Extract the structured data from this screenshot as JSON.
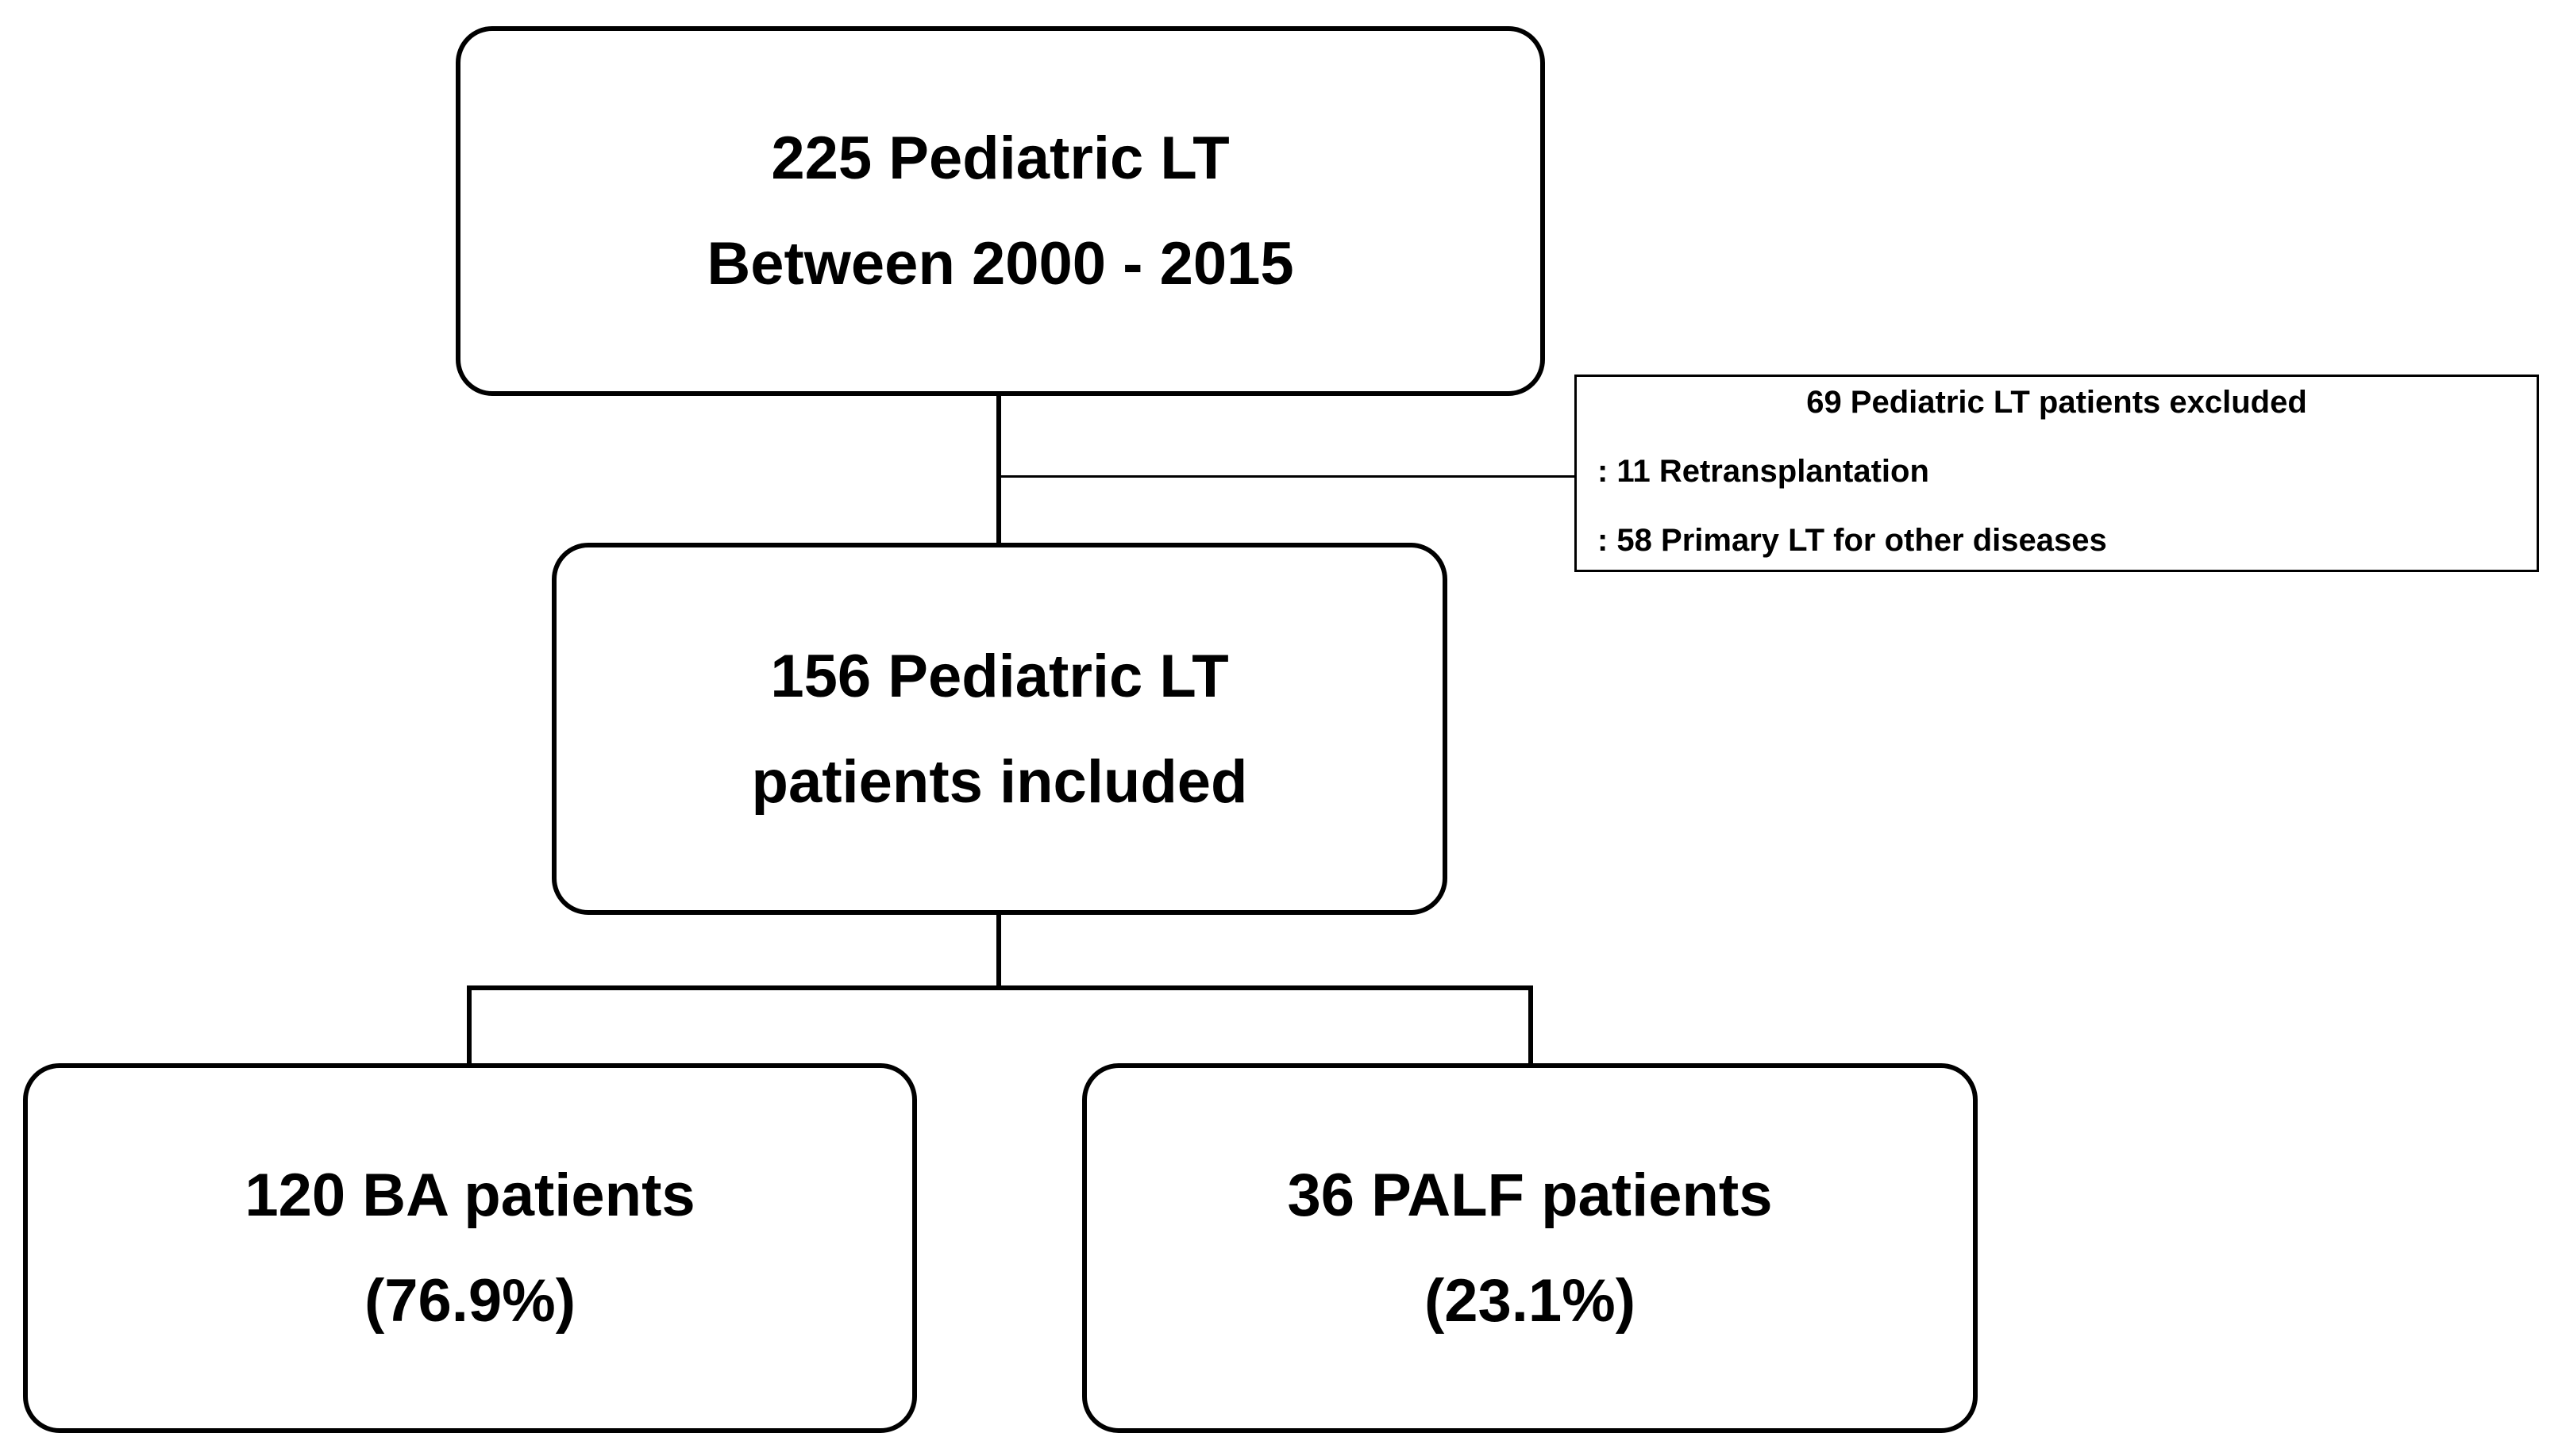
{
  "diagram": {
    "type": "flowchart",
    "title": "Pediatric liver transplantation patient selection flow",
    "colors": {
      "background": "#ffffff",
      "stroke": "#000000",
      "text": "#000000"
    },
    "nodes": {
      "total": {
        "id": "total-cohort",
        "line1": "225 Pediatric LT",
        "line2": "Between 2000 - 2015",
        "count": 225,
        "period_start": 2000,
        "period_end": 2015
      },
      "excluded": {
        "id": "excluded-patients",
        "heading": "69 Pediatric LT patients excluded",
        "count": 69,
        "reasons": [
          ": 11 Retransplantation",
          ": 58 Primary LT for other diseases"
        ]
      },
      "included": {
        "id": "included-patients",
        "line1": "156 Pediatric LT",
        "line2": "patients included",
        "count": 156
      },
      "ba": {
        "id": "ba-group",
        "line1": "120 BA patients",
        "line2": "(76.9%)",
        "count": 120,
        "percent": 76.9
      },
      "palf": {
        "id": "palf-group",
        "line1": "36 PALF patients",
        "line2": "(23.1%)",
        "count": 36,
        "percent": 23.1
      }
    },
    "edges": [
      {
        "from": "total",
        "to": "included",
        "kind": "vertical"
      },
      {
        "from": "total",
        "to": "excluded",
        "kind": "horizontal-branch"
      },
      {
        "from": "included",
        "to": "ba",
        "kind": "split-left"
      },
      {
        "from": "included",
        "to": "palf",
        "kind": "split-right"
      }
    ]
  }
}
